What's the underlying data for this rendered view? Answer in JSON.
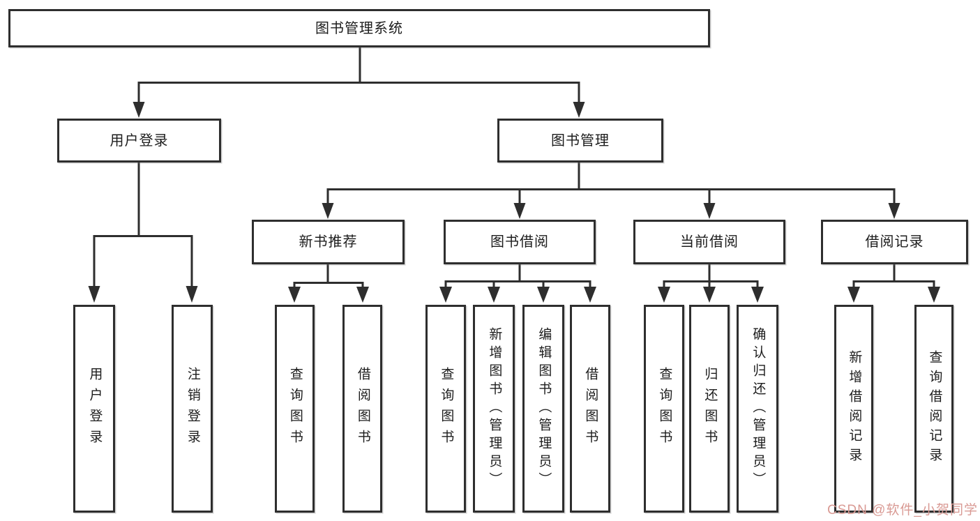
{
  "diagram": {
    "root": {
      "label": "图书管理系统"
    },
    "branches": [
      {
        "label": "用户登录",
        "children": [
          {
            "label": "用户登录"
          },
          {
            "label": "注销登录"
          }
        ]
      },
      {
        "label": "图书管理",
        "children": [
          {
            "label": "新书推荐",
            "children": [
              {
                "label": "查询图书"
              },
              {
                "label": "借阅图书"
              }
            ]
          },
          {
            "label": "图书借阅",
            "children": [
              {
                "label": "查询图书"
              },
              {
                "label": "新增图书（管理员）"
              },
              {
                "label": "编辑图书（管理员）"
              },
              {
                "label": "借阅图书"
              }
            ]
          },
          {
            "label": "当前借阅",
            "children": [
              {
                "label": "查询图书"
              },
              {
                "label": "归还图书"
              },
              {
                "label": "确认归还（管理员）"
              }
            ]
          },
          {
            "label": "借阅记录",
            "children": [
              {
                "label": "新增借阅记录"
              },
              {
                "label": "查询借阅记录"
              }
            ]
          }
        ]
      }
    ]
  },
  "watermark": {
    "text": "CSDN @软件_小贺同学",
    "color": "#d99a94"
  },
  "colors": {
    "line": "#2e2e2e",
    "text": "#1c1c1c",
    "background": "#ffffff"
  }
}
